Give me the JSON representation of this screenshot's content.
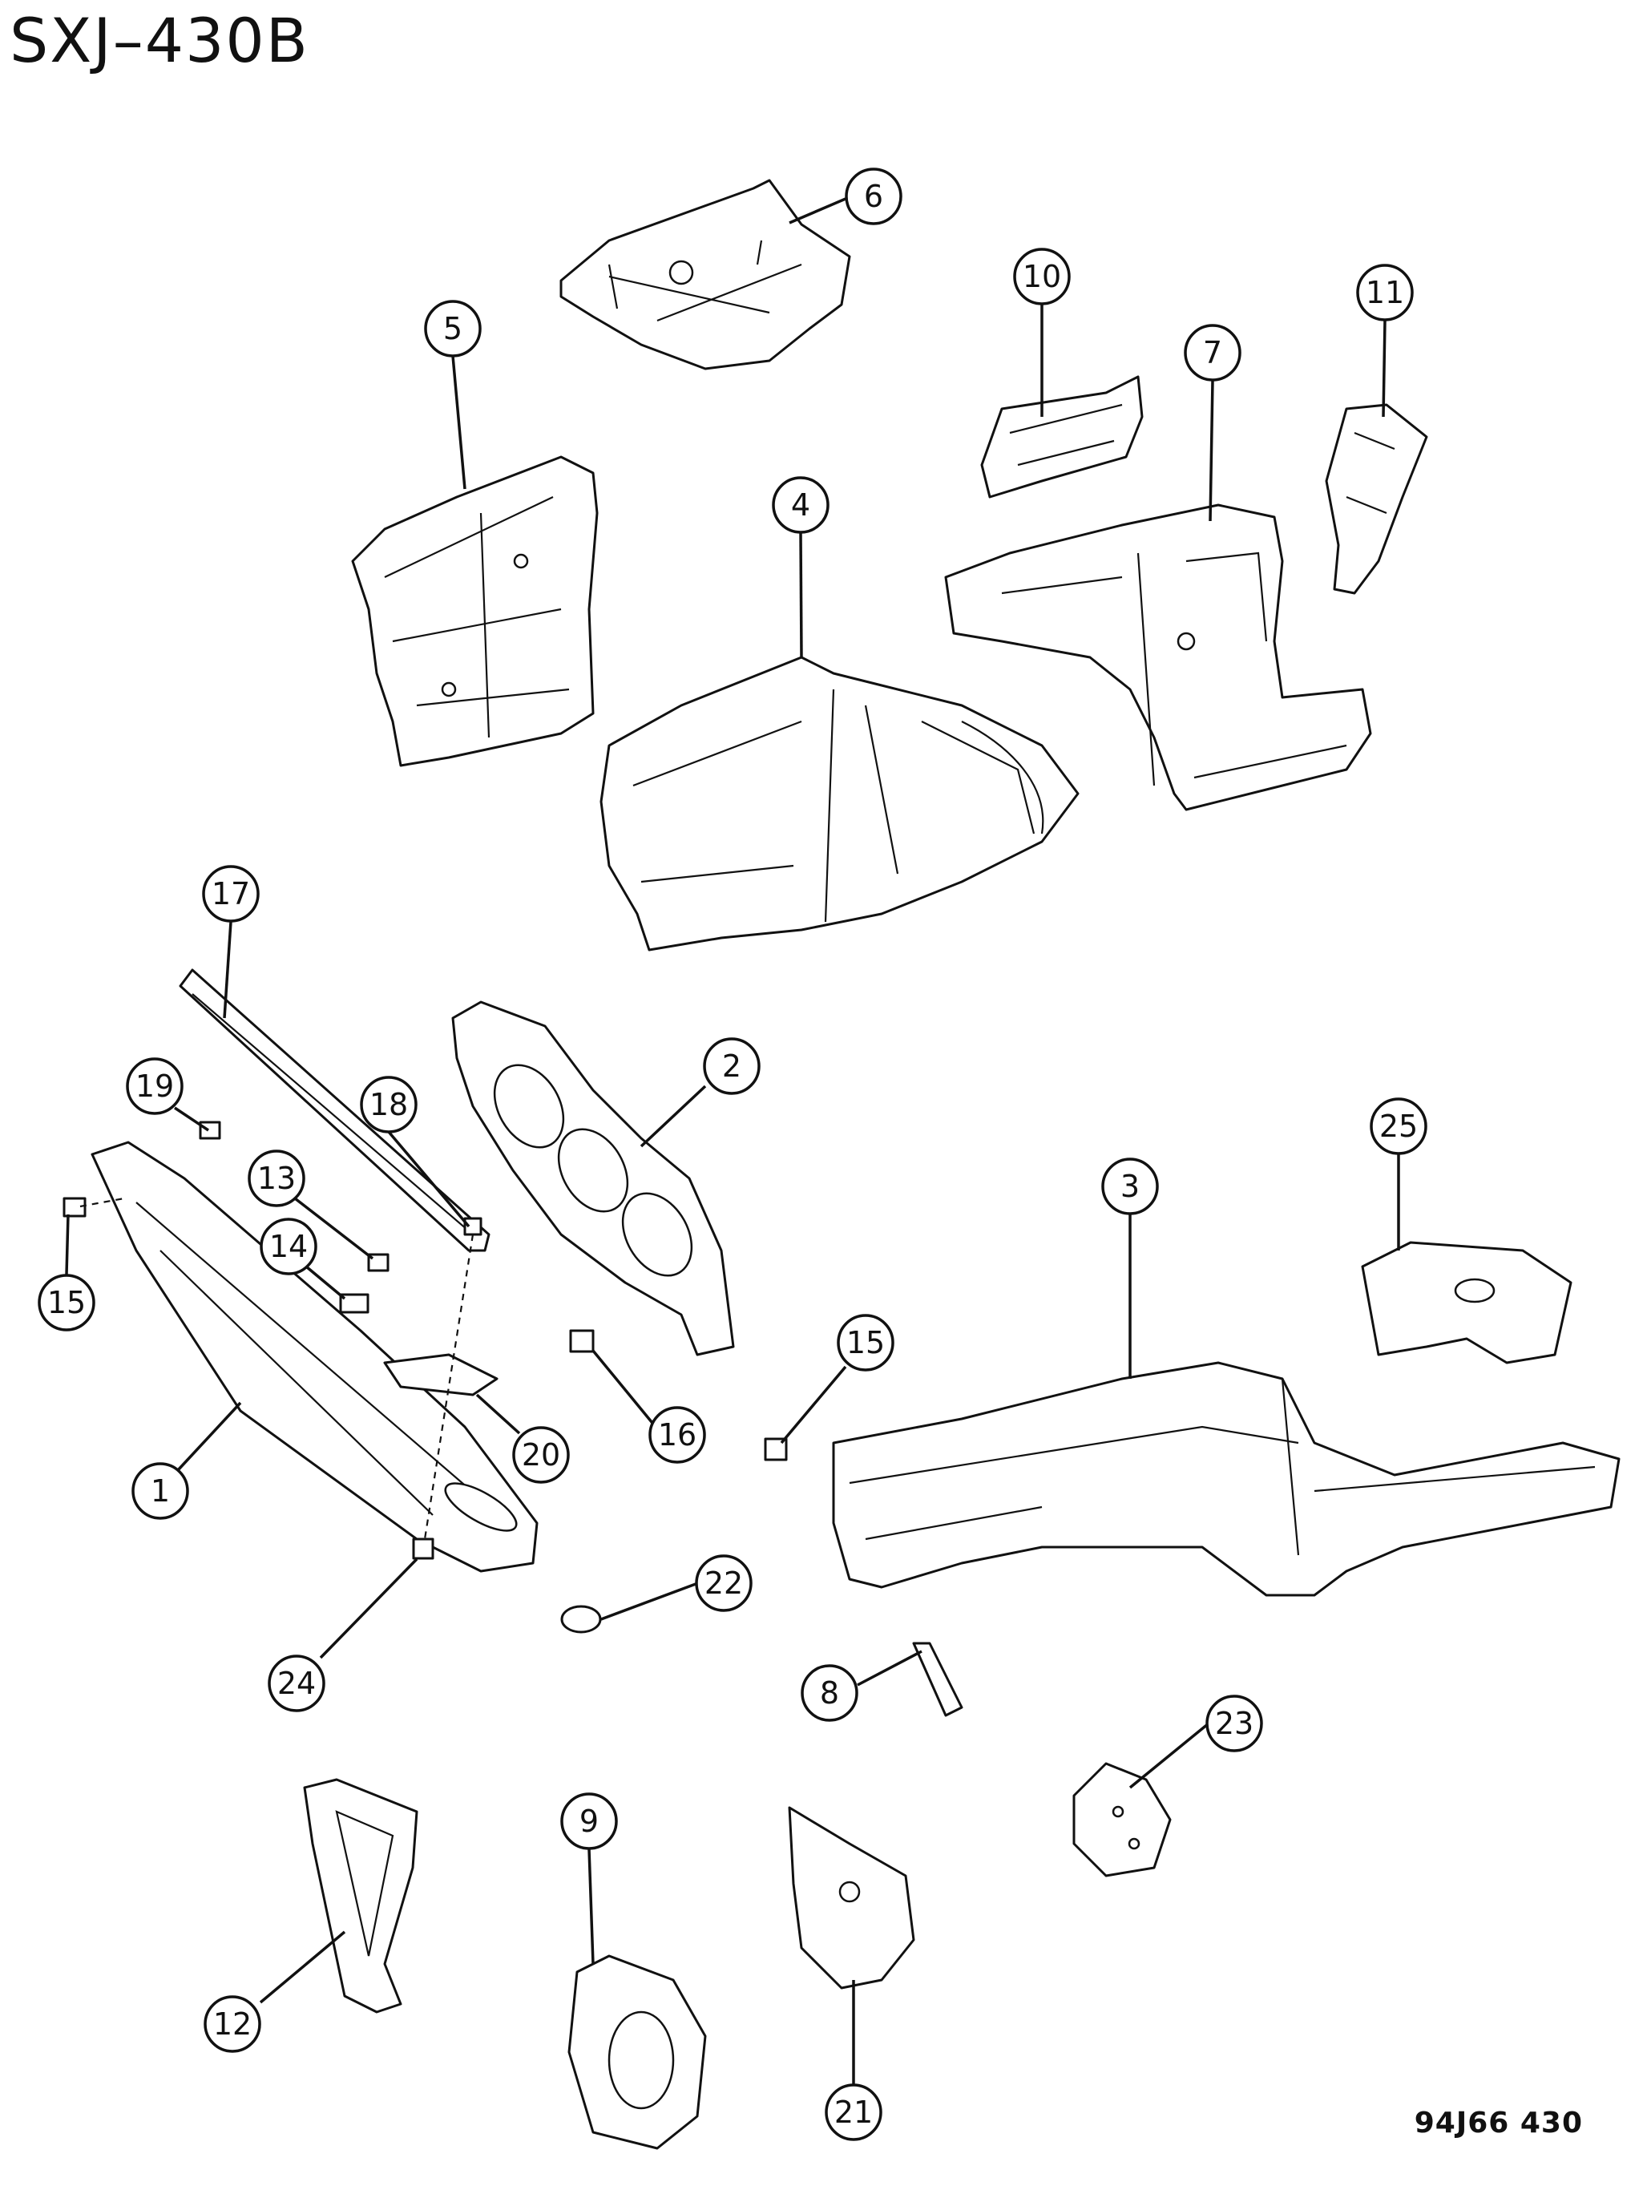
{
  "title": "SXJ–430B",
  "drawing_ref": "94J66  430",
  "callouts": [
    {
      "id": "c6",
      "label": "6"
    },
    {
      "id": "c10",
      "label": "10"
    },
    {
      "id": "c11",
      "label": "11"
    },
    {
      "id": "c5",
      "label": "5"
    },
    {
      "id": "c7",
      "label": "7"
    },
    {
      "id": "c4",
      "label": "4"
    },
    {
      "id": "c17",
      "label": "17"
    },
    {
      "id": "c19",
      "label": "19"
    },
    {
      "id": "c2",
      "label": "2"
    },
    {
      "id": "c18",
      "label": "18"
    },
    {
      "id": "c13",
      "label": "13"
    },
    {
      "id": "c25",
      "label": "25"
    },
    {
      "id": "c3",
      "label": "3"
    },
    {
      "id": "c14",
      "label": "14"
    },
    {
      "id": "c15a",
      "label": "15"
    },
    {
      "id": "c15b",
      "label": "15"
    },
    {
      "id": "c20",
      "label": "20"
    },
    {
      "id": "c16",
      "label": "16"
    },
    {
      "id": "c1",
      "label": "1"
    },
    {
      "id": "c22",
      "label": "22"
    },
    {
      "id": "c24",
      "label": "24"
    },
    {
      "id": "c8",
      "label": "8"
    },
    {
      "id": "c23",
      "label": "23"
    },
    {
      "id": "c9",
      "label": "9"
    },
    {
      "id": "c12",
      "label": "12"
    },
    {
      "id": "c21",
      "label": "21"
    }
  ]
}
